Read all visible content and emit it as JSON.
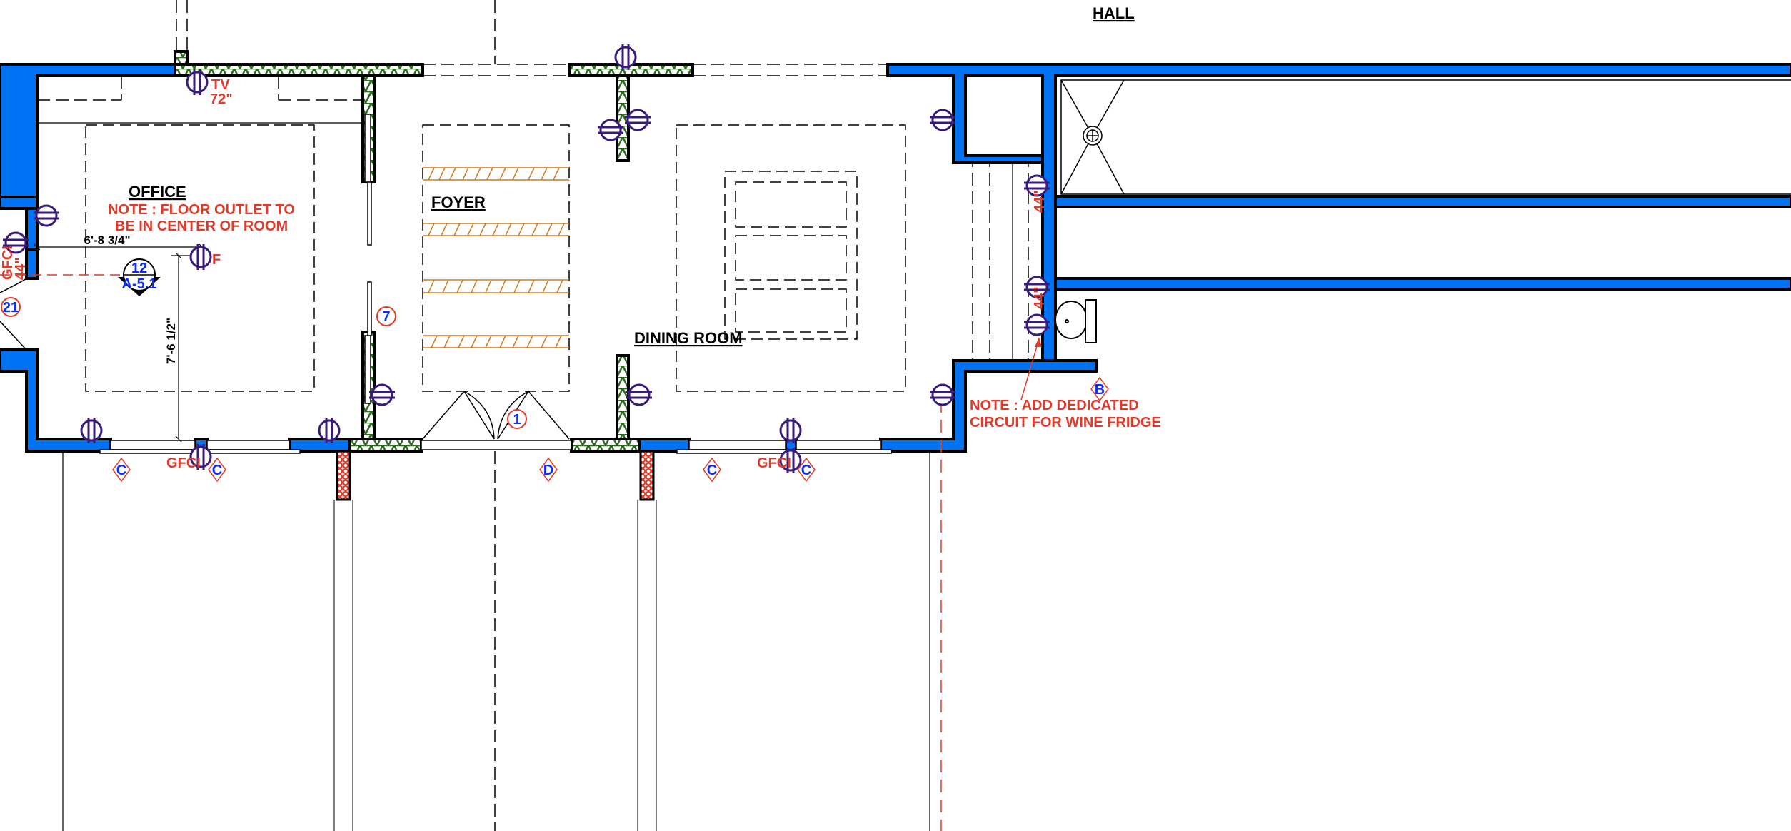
{
  "rooms": {
    "office": "OFFICE",
    "foyer": "FOYER",
    "dining_room": "DINING ROOM",
    "hall": "HALL"
  },
  "notes": {
    "floor_outlet_line1": "NOTE : FLOOR OUTLET TO",
    "floor_outlet_line2": "BE IN CENTER OF ROOM",
    "wine_fridge_line1": "NOTE : ADD DEDICATED",
    "wine_fridge_line2": "CIRCUIT FOR WINE FRIDGE"
  },
  "annotations": {
    "tv": "TV",
    "tv_height": "72\"",
    "floor_outlet": "F",
    "gfci_left_wall": "GFCI",
    "height_left": "44\"",
    "gfci_office": "GFCI",
    "gfci_dining": "GFCI",
    "height_right_1": "44\"",
    "height_right_2": "44\""
  },
  "dimensions": {
    "horizontal": "6'-8 3/4\"",
    "vertical": "7'-6 1/2\""
  },
  "section_marker": {
    "number": "12",
    "sheet": "A-5.1"
  },
  "door_tags": [
    "21",
    "7",
    "1"
  ],
  "window_tags": [
    "C",
    "C",
    "D",
    "C",
    "C",
    "B"
  ],
  "colors": {
    "wall": "#0073f5",
    "partition": "#2e6b1e",
    "note": "#e03a2a",
    "outlet": "#3a1a7a",
    "tag": "#0a2cff",
    "hatch": "#d07a20"
  }
}
